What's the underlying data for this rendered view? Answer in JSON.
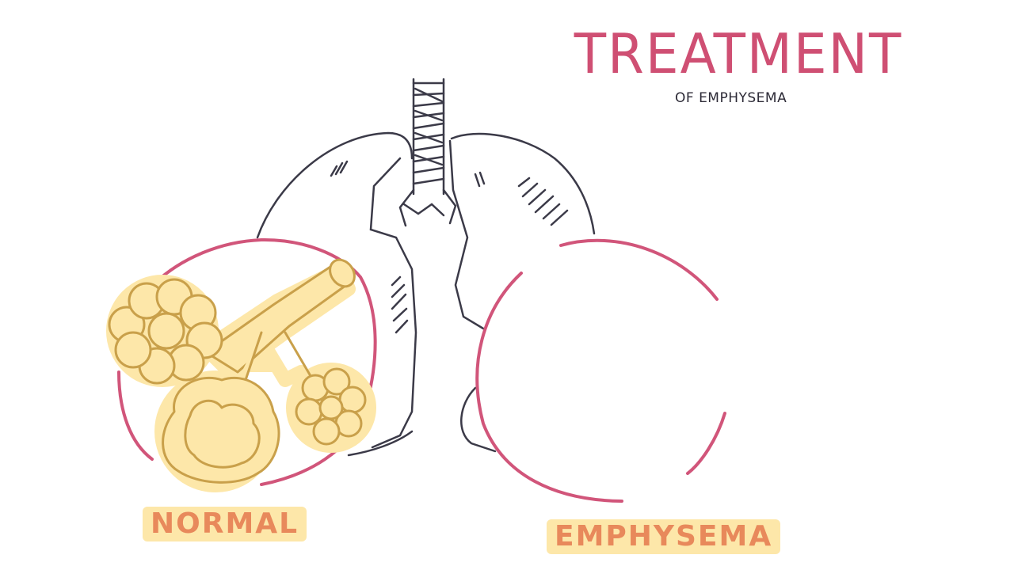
{
  "title": "TREATMENT",
  "subtitle": "OF EMPHYSEMA",
  "labels": {
    "normal": "NORMAL",
    "emphysema": "EMPHYSEMA"
  },
  "colors": {
    "title": "#cf4f73",
    "outline": "#3b3a48",
    "circle": "#d1557a",
    "alveoli_fill": "#fde7a9",
    "alveoli_stroke": "#c9a04a",
    "label_text": "#e8895b"
  }
}
